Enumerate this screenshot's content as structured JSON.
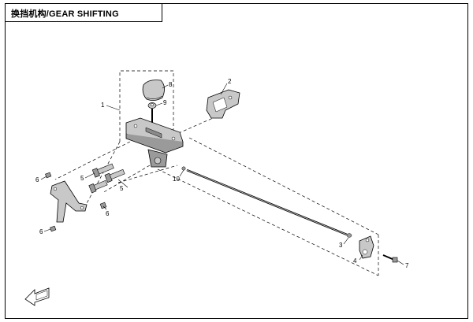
{
  "title": "换挡机构/GEAR SHIFTING",
  "callouts": {
    "c1": "1",
    "c2": "2",
    "c3": "3",
    "c4": "4",
    "c5a": "5",
    "c5b": "5",
    "c6a": "6",
    "c6b": "6",
    "c6c": "6",
    "c7": "7",
    "c8": "8",
    "c9": "9",
    "c10": "10"
  },
  "colors": {
    "line": "#000000",
    "part_fill": "#c8c8c8",
    "part_dark": "#8a8a8a"
  },
  "icons": {
    "front_arrow": "front-direction-arrow-icon"
  }
}
